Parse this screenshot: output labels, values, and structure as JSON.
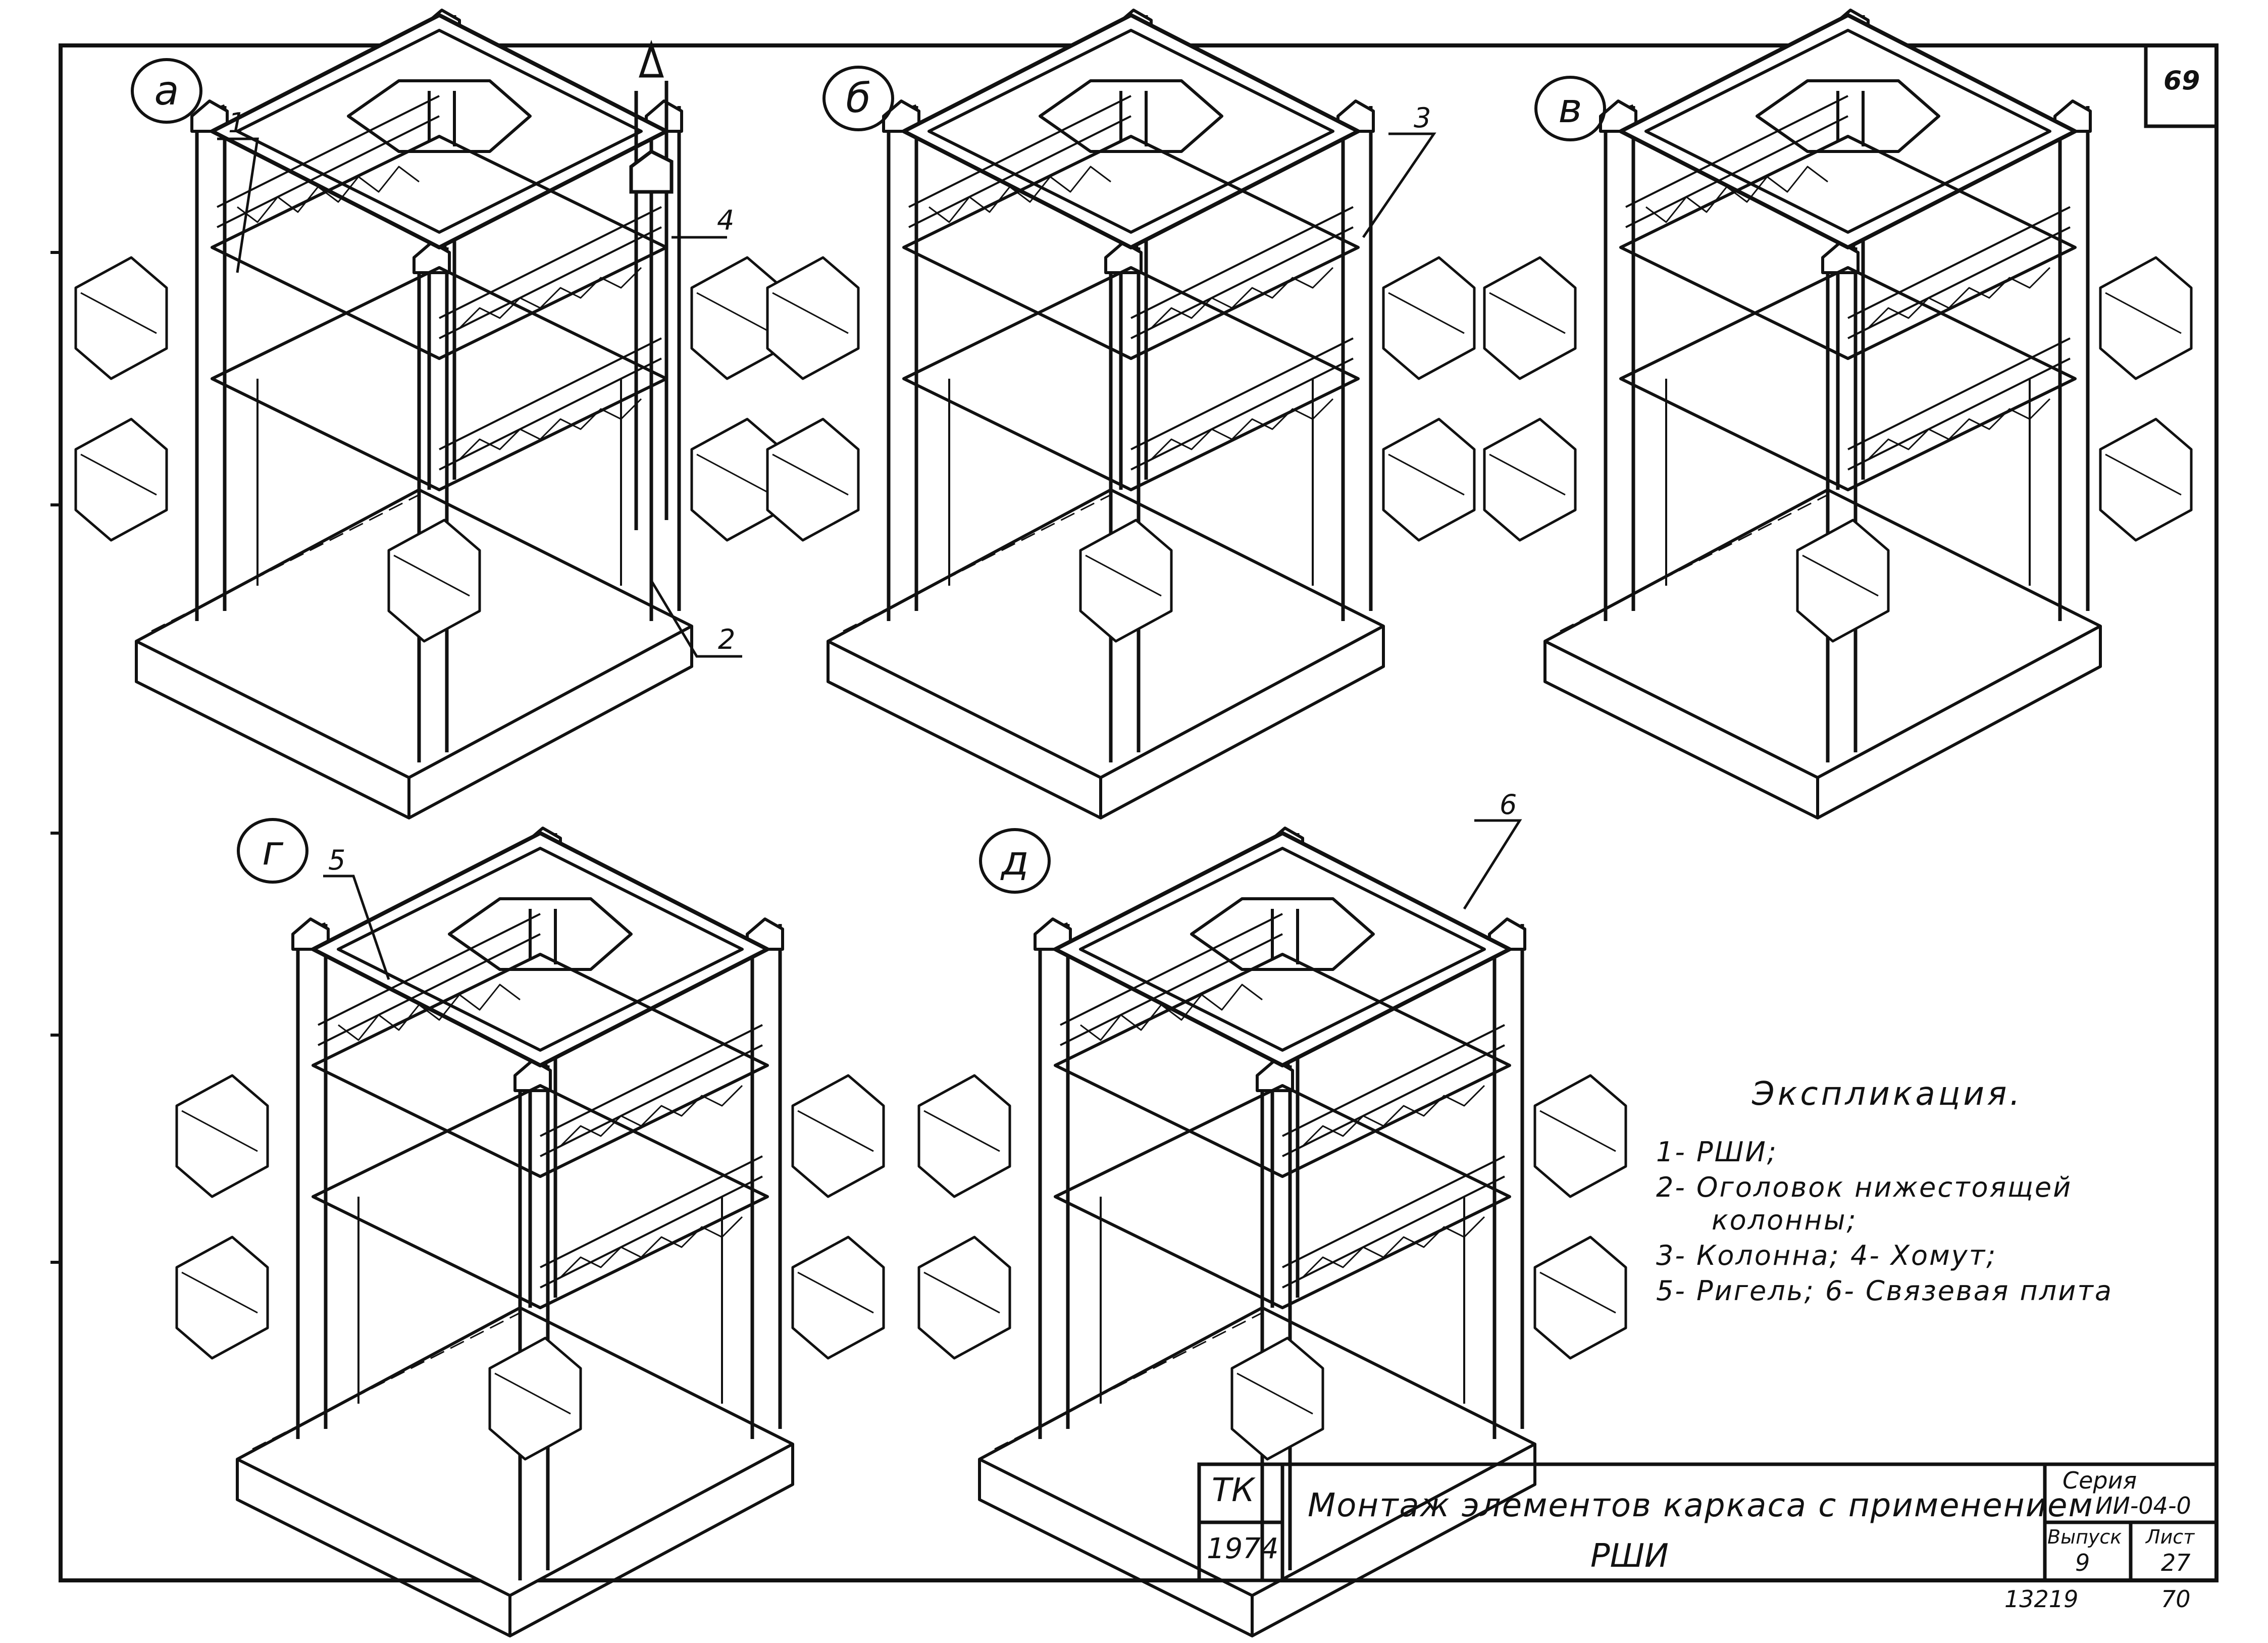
{
  "sheet_number": "69",
  "variants": [
    "а",
    "б",
    "в",
    "г",
    "д"
  ],
  "callouts": {
    "c1": "1",
    "c2": "2",
    "c3": "3",
    "c4": "4",
    "c5": "5",
    "c6": "6"
  },
  "legend": {
    "title": "Экспликация.",
    "items": [
      "1- РШИ;",
      "2- Оголовок нижестоящей",
      "колонны;",
      "3- Колонна;  4- Хомут;",
      "5- Ригель;  6- Связевая плита"
    ]
  },
  "title_block": {
    "org": "ТК",
    "year": "1974",
    "title_line1": "Монтаж элементов каркаса с применением",
    "title_line2": "РШИ",
    "series_label": "Серия",
    "series_value": "ИИ-04-0",
    "issue_label": "Выпуск",
    "issue_value": "9",
    "sheet_label": "Лист",
    "sheet_value": "27"
  },
  "footer": {
    "archive_number": "13219",
    "page_number": "70"
  }
}
